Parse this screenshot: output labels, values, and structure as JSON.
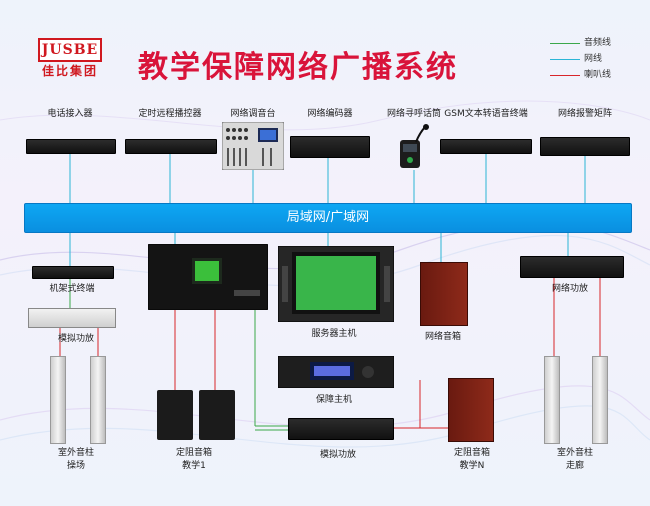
{
  "brand": {
    "logo_text": "JUSBE",
    "logo_cn": "佳比集团"
  },
  "title": "教学保障网络广播系统",
  "legend": [
    {
      "label": "音频线",
      "color": "#3aa84a"
    },
    {
      "label": "网线",
      "color": "#2bb5d6"
    },
    {
      "label": "喇叭线",
      "color": "#d8262a"
    }
  ],
  "lan_label": "局域网/广域网",
  "devices": {
    "phone_access": "电话接入器",
    "timer_controller": "定时远程播控器",
    "mixer": "网络调音台",
    "encoder": "网络编码器",
    "paging_mic": "网络寻呼话筒",
    "gsm_tts": "GSM文本转语音终端",
    "alarm_matrix": "网络报警矩阵",
    "rack_terminal": "机架式终端",
    "analog_amp_left": "模拟功放",
    "speaker_column_left": "室外音柱\n操场",
    "wall_speaker_left": "定阻音箱\n教学1",
    "server_host": "服务器主机",
    "backup_host": "保障主机",
    "analog_amp_bottom": "模拟功放",
    "network_speaker": "网络音箱",
    "wall_speaker_right": "定阻音箱\n教学N",
    "network_amp": "网络功放",
    "speaker_column_right": "室外音柱\n走廊"
  }
}
